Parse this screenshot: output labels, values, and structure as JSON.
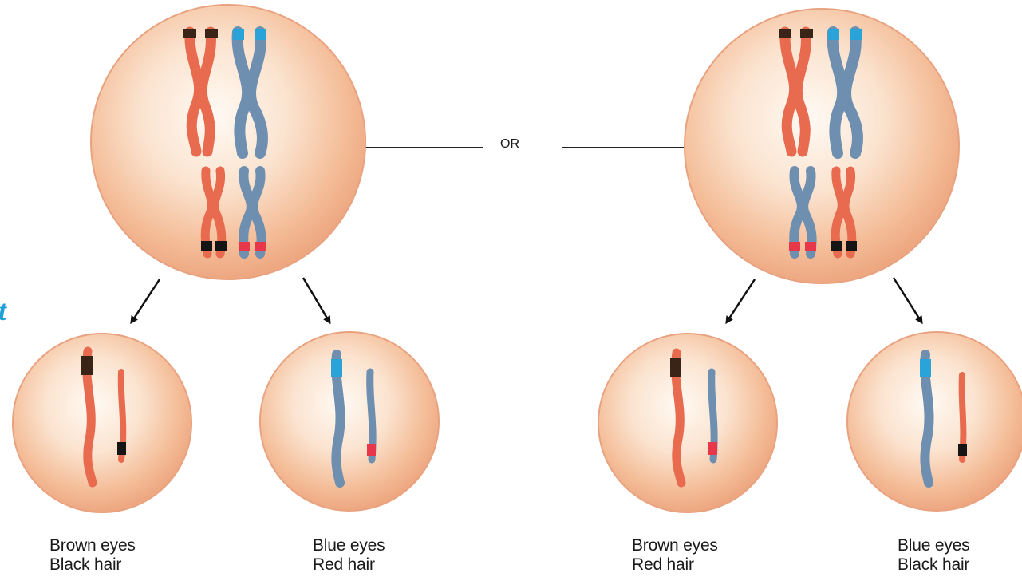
{
  "connector_label": "OR",
  "edge_fragment": "t",
  "colors": {
    "maternal_chromosome": "#e86b4f",
    "paternal_chromosome": "#6e8fb0",
    "brown_allele_band": "#3a2418",
    "blue_allele_band": "#2aa3d8",
    "black_allele_band": "#151515",
    "red_allele_band": "#e8364a",
    "cell_fill": "#f6c6a4",
    "cell_rim": "#e9a27f"
  },
  "parent_cells": [
    {
      "id": "left-parent",
      "arrangement": "maternal chromosomes aligned on same side"
    },
    {
      "id": "right-parent",
      "arrangement": "small chromosome pair swapped"
    }
  ],
  "daughter_cells": [
    {
      "line1": "Brown eyes",
      "line2": "Black hair"
    },
    {
      "line1": "Blue eyes",
      "line2": "Red hair"
    },
    {
      "line1": "Brown eyes",
      "line2": "Red hair"
    },
    {
      "line1": "Blue eyes",
      "line2": "Black hair"
    }
  ]
}
